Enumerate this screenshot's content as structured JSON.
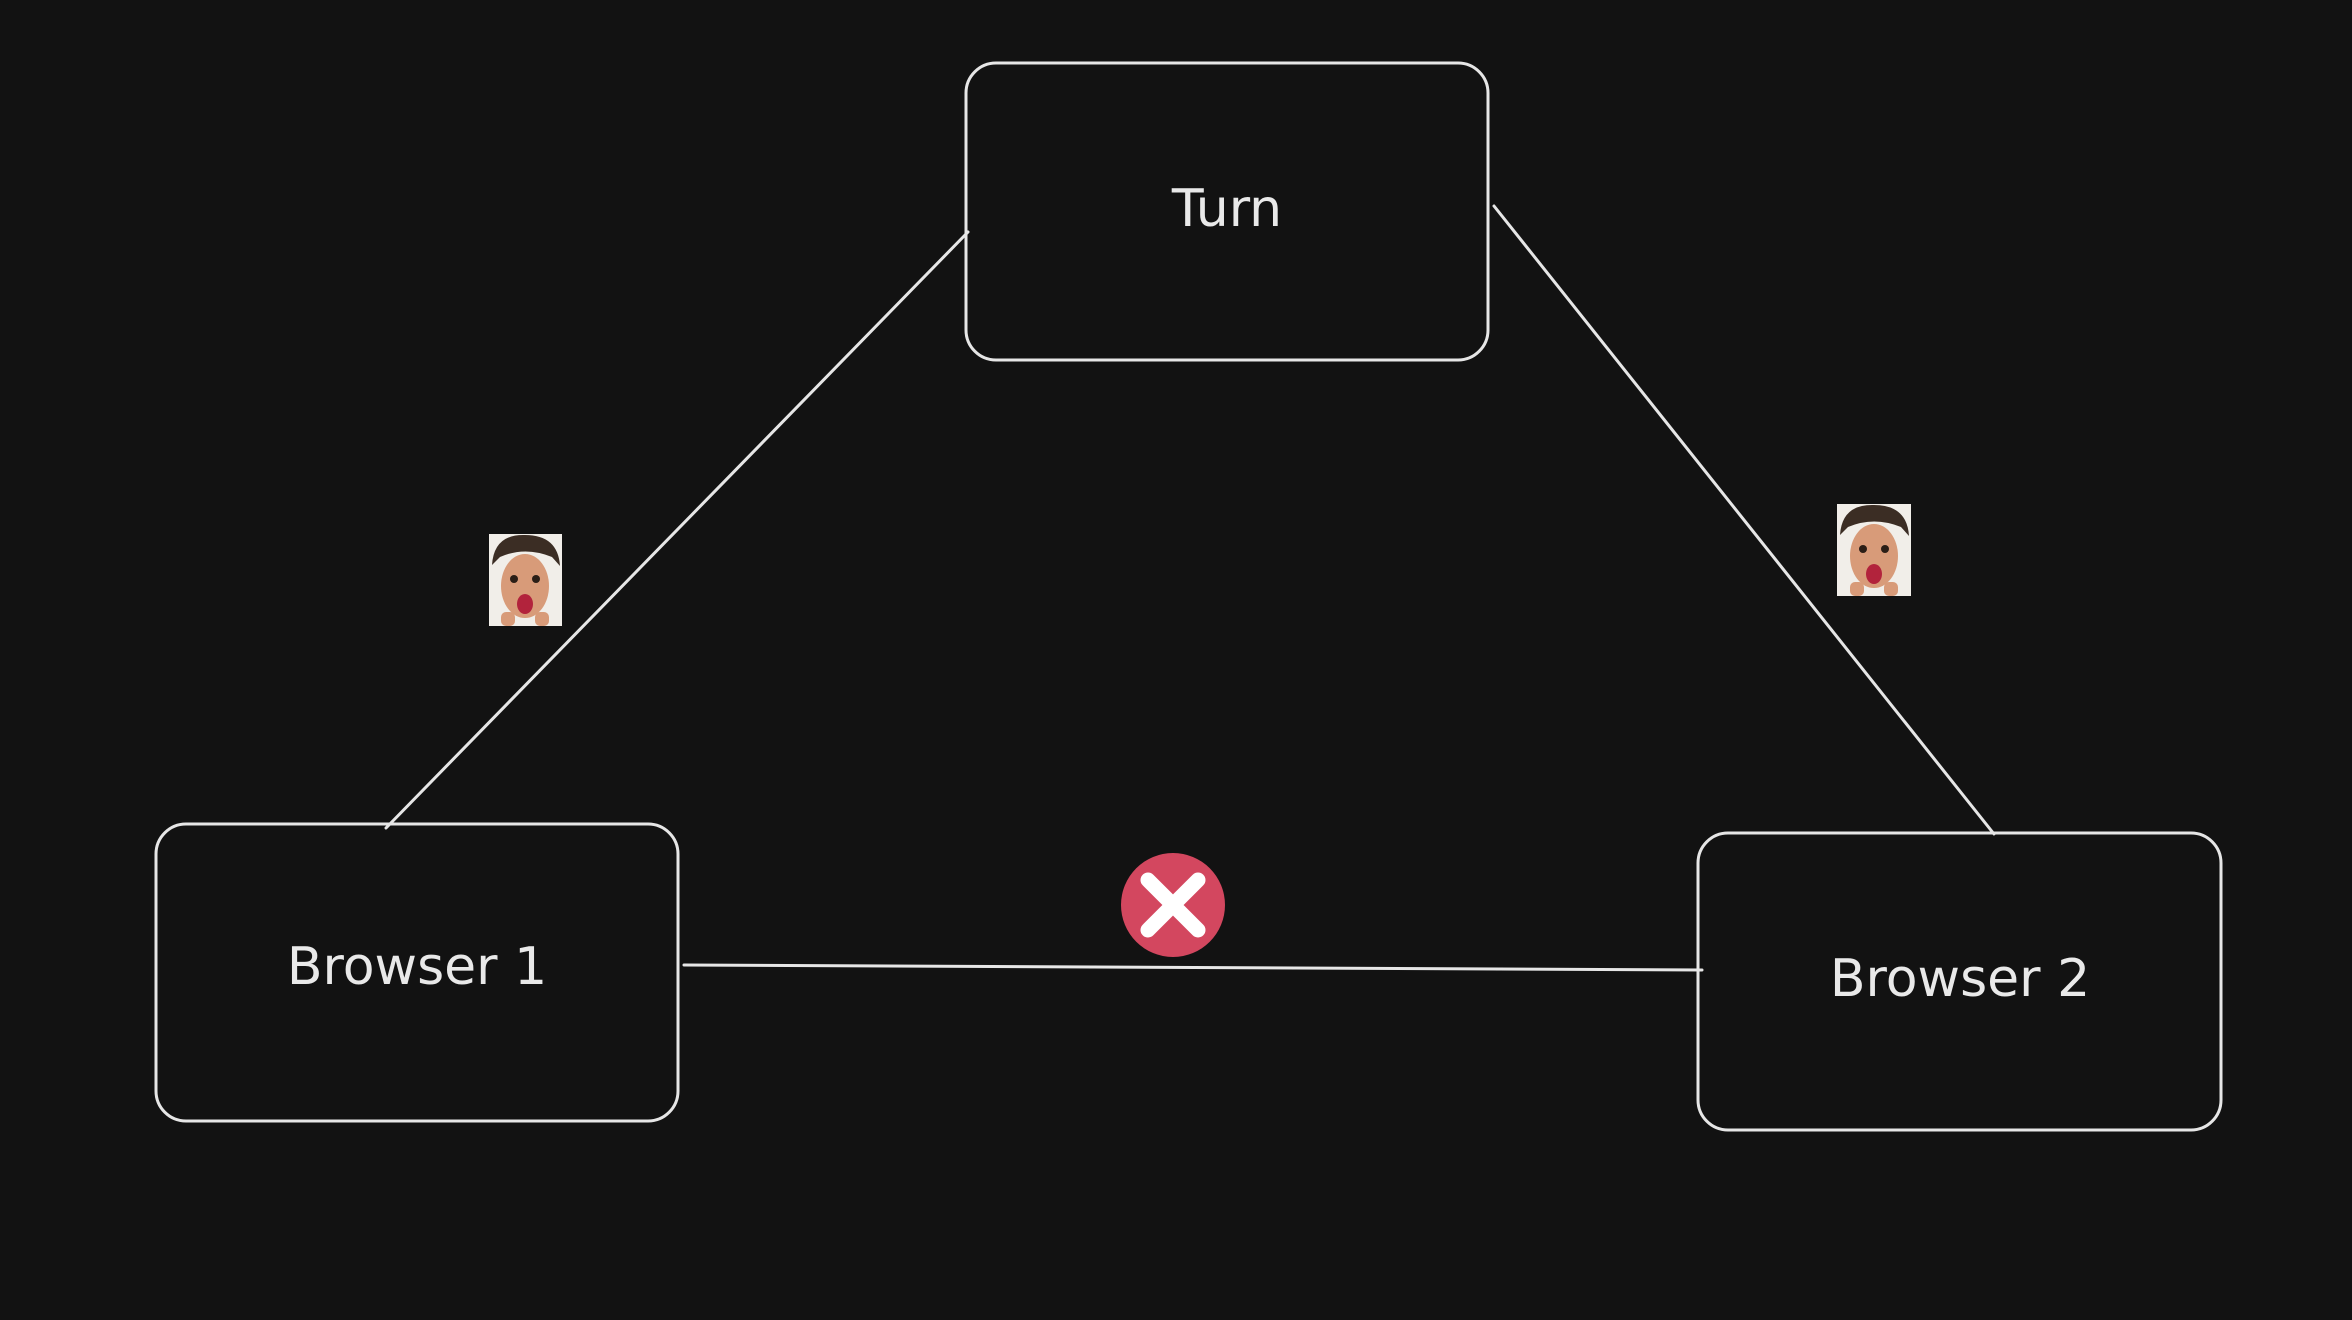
{
  "nodes": {
    "turn": {
      "label": "Turn"
    },
    "browser1": {
      "label": "Browser 1"
    },
    "browser2": {
      "label": "Browser 2"
    }
  },
  "edges": [
    {
      "from": "browser1",
      "to": "turn",
      "status": "connected"
    },
    {
      "from": "turn",
      "to": "browser2",
      "status": "connected"
    },
    {
      "from": "browser1",
      "to": "browser2",
      "status": "blocked"
    }
  ],
  "icons": {
    "blocked": "close-icon",
    "avatar": "surprised-face-photo"
  },
  "colors": {
    "background": "#121212",
    "stroke": "#e6e6e6",
    "blocked": "#d3475f"
  }
}
